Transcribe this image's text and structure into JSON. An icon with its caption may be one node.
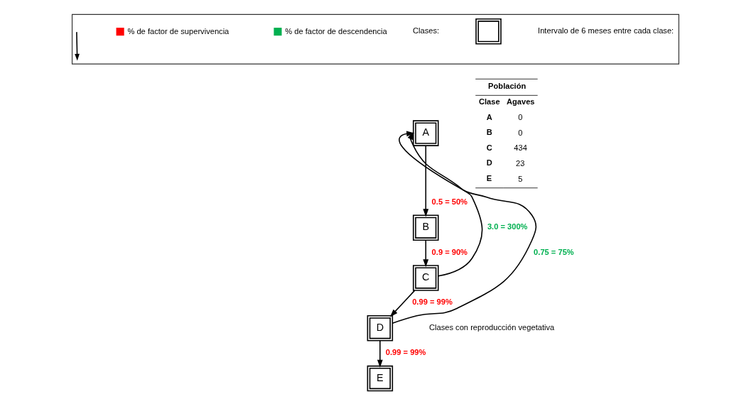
{
  "diagram": {
    "nodes": [
      {
        "text": [],
        "shape": "box"
      },
      {
        "text": [],
        "shape": "box",
        "in": 0
      },
      {
        "text": [
          "A"
        ]
      },
      {
        "text": [
          "B"
        ]
      },
      {
        "text": [
          "C"
        ]
      },
      {
        "text": [
          "D"
        ]
      },
      {
        "text": [
          "E"
        ]
      }
    ],
    "edges": [
      {
        "from": 2,
        "to": 3,
        "arrow": "to",
        "label": "0.5 = 50%"
      },
      {
        "from": 3,
        "to": 4,
        "arrow": "to",
        "label": "0.9 = 90%"
      },
      {
        "from": 4,
        "to": 5,
        "arrow": "to",
        "label": "0.99 = 99%"
      },
      {
        "from": 5,
        "to": 6,
        "arrow": "to",
        "label": "0.99 = 99%"
      },
      {
        "from": 4,
        "to": 2,
        "arrow": "to",
        "label": "3.0 = 300%"
      },
      {
        "from": 5,
        "to": 2,
        "arrow": "to",
        "label": "0.75 = 75%"
      }
    ],
    "labels": [
      "Clases con reproducción vegetativa",
      "Población",
      "Clase",
      "Agaves",
      "A",
      "0",
      "B",
      "0",
      "C",
      "434",
      "D",
      "23",
      "E",
      "5"
    ],
    "legend": [
      {
        "text": "Clases:"
      },
      {
        "text": "Intervalo de 6 meses entre cada clase:"
      },
      {
        "text": "% de factor de supervivencia",
        "color": "#ff0000"
      },
      {
        "text": "% de factor de descendencia",
        "color": "#00b050"
      }
    ]
  }
}
